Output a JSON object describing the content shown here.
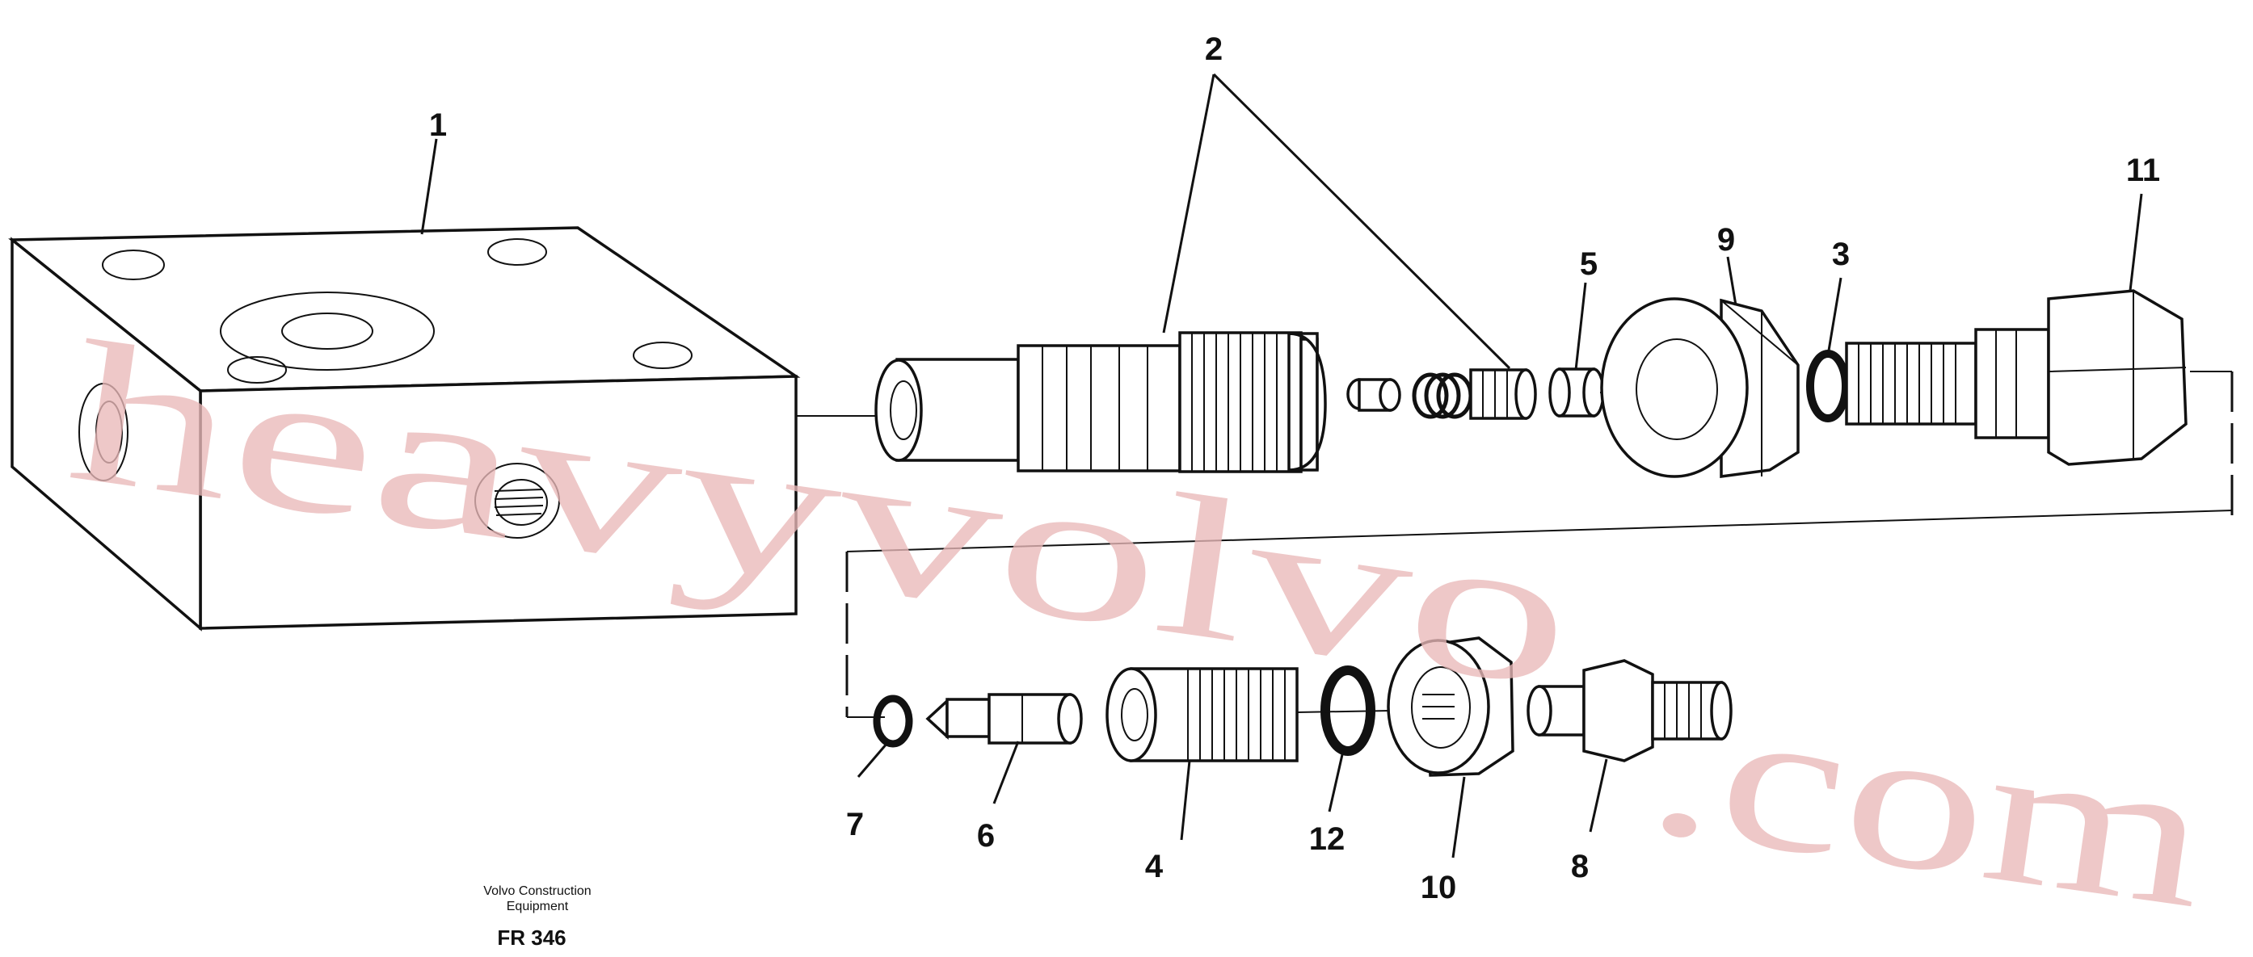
{
  "colors": {
    "ink": "#111111",
    "watermark": "#e9b9b9",
    "background": "#ffffff"
  },
  "callouts": {
    "c1": "1",
    "c2": "2",
    "c3": "3",
    "c4": "4",
    "c5": "5",
    "c6": "6",
    "c7": "7",
    "c8": "8",
    "c9": "9",
    "c10": "10",
    "c11": "11",
    "c12": "12"
  },
  "credit": {
    "line1": "Volvo Construction",
    "line2": "Equipment",
    "code": "FR 346"
  },
  "watermark": {
    "part1": "heavyvolvo",
    "part2": ".com"
  }
}
